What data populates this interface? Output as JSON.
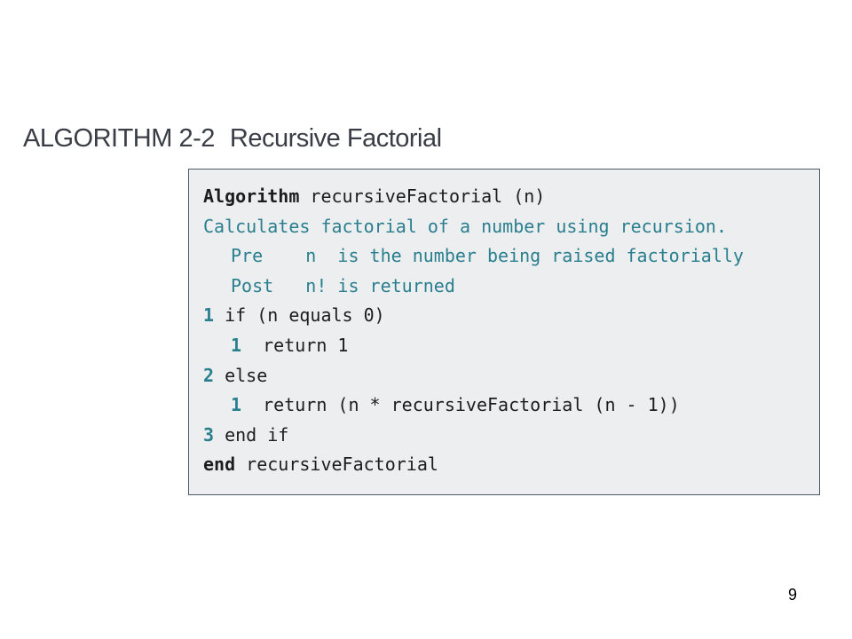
{
  "heading": {
    "label": "ALGORITHM 2-2",
    "title": "Recursive Factorial"
  },
  "algorithm": {
    "header_keyword": "Algorithm",
    "header_rest": " recursiveFactorial (n)",
    "description": "Calculates factorial of a number using recursion.",
    "pre_label": "Pre",
    "pre_text": "    n  is the number being raised factorially",
    "post_label": "Post",
    "post_text": "   n! is returned",
    "lines": [
      {
        "step": "1",
        "text": " if (n equals 0)"
      },
      {
        "step": "1",
        "text": "  return 1"
      },
      {
        "step": "2",
        "text": " else"
      },
      {
        "step": "1",
        "text": "  return (n * recursiveFactorial (n - 1))"
      },
      {
        "step": "3",
        "text": " end if"
      }
    ],
    "end_keyword": "end",
    "end_rest": " recursiveFactorial"
  },
  "page_number": "9"
}
